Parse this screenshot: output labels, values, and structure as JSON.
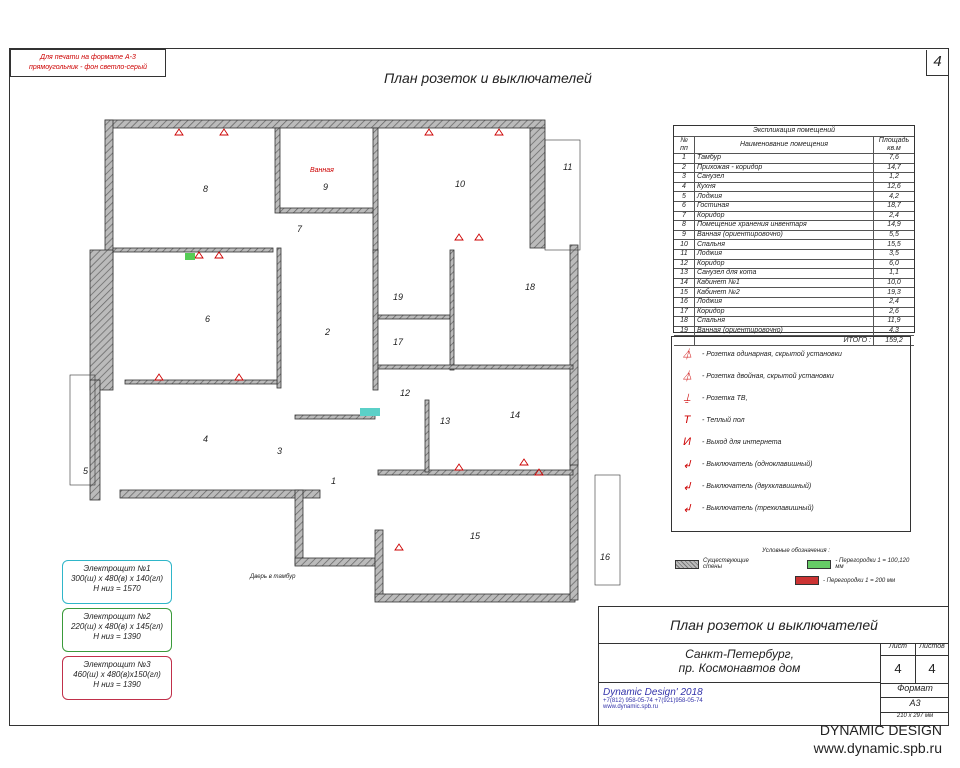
{
  "page": {
    "number": "4"
  },
  "top_note": {
    "line1": "Для печати на формате А-3",
    "line2": "прямоугольник - фон светло-серый"
  },
  "title": "План розеток и выключателей",
  "explication": {
    "header": "Экспликация помещений",
    "col_num": "№ пп",
    "col_name": "Наименование помещения",
    "col_area": "Площадь кв.м",
    "rows": [
      {
        "n": "1",
        "name": "Тамбур",
        "area": "7,6"
      },
      {
        "n": "2",
        "name": "Прихожая - коридор",
        "area": "14,7"
      },
      {
        "n": "3",
        "name": "Санузел",
        "area": "1,2"
      },
      {
        "n": "4",
        "name": "Кухня",
        "area": "12,6"
      },
      {
        "n": "5",
        "name": "Лоджия",
        "area": "4,2"
      },
      {
        "n": "6",
        "name": "Гостиная",
        "area": "18,7"
      },
      {
        "n": "7",
        "name": "Коридор",
        "area": "2,4"
      },
      {
        "n": "8",
        "name": "Помещение хранения инвентаря",
        "area": "14,9"
      },
      {
        "n": "9",
        "name": "Ванная (ориентировочно)",
        "area": "5,5"
      },
      {
        "n": "10",
        "name": "Спальня",
        "area": "15,5"
      },
      {
        "n": "11",
        "name": "Лоджия",
        "area": "3,5"
      },
      {
        "n": "12",
        "name": "Коридор",
        "area": "6,0"
      },
      {
        "n": "13",
        "name": "Санузел для кота",
        "area": "1,1"
      },
      {
        "n": "14",
        "name": "Кабинет №1",
        "area": "10,0"
      },
      {
        "n": "15",
        "name": "Кабинет №2",
        "area": "19,3"
      },
      {
        "n": "16",
        "name": "Лоджия",
        "area": "2,4"
      },
      {
        "n": "17",
        "name": "Коридор",
        "area": "2,6"
      },
      {
        "n": "18",
        "name": "Спальня",
        "area": "11,9"
      },
      {
        "n": "19",
        "name": "Ванная (ориентировочно)",
        "area": "4,3"
      }
    ],
    "total_label": "ИТОГО :",
    "total_value": "159,2"
  },
  "legend": {
    "items": [
      {
        "symbol": "⏃",
        "label": "- Розетка одинарная, скрытой установки"
      },
      {
        "symbol": "⏃",
        "label": "- Розетка двойная, скрытой установки"
      },
      {
        "symbol": "⍊",
        "label": "- Розетка ТВ,"
      },
      {
        "symbol": "Т",
        "label": "- Теплый пол"
      },
      {
        "symbol": "И",
        "label": "- Выход для интернета"
      },
      {
        "symbol": "↲",
        "label": "- Выключатель (одноклавишный)"
      },
      {
        "symbol": "↲",
        "label": "- Выключатель (двухклавишный)"
      },
      {
        "symbol": "↲",
        "label": "- Выключатель (трехклавишный)"
      }
    ]
  },
  "conventions": {
    "header": "Условные обозначения :",
    "existing": "Существующие стены",
    "partition1": "- Перегородки 1 = 100,120 мм",
    "partition2": "- Перегородки 1 = 200 мм"
  },
  "shields": [
    {
      "title": "Электрощит №1",
      "dims": "300(ш) x 480(в) x 140(гл)",
      "height": "Н низ = 1570",
      "color": "#2fb6c9"
    },
    {
      "title": "Электрощит №2",
      "dims": "220(ш) x 480(в) x 145(гл)",
      "height": "Н низ = 1390",
      "color": "#3a9a3a"
    },
    {
      "title": "Электрощит №3",
      "dims": "460(ш) x 480(в)x150(гл)",
      "height": "Н низ = 1390",
      "color": "#c0304a"
    }
  ],
  "title_block": {
    "title": "План розеток и выключателей",
    "location_line1": "Санкт-Петербург,",
    "location_line2": "пр. Космонавтов дом",
    "sheet_label": "Лист",
    "sheets_label": "Листов",
    "sheet": "4",
    "sheets": "4",
    "format_label": "Формат",
    "format": "А3",
    "format_size": "210 x 297 мм",
    "company": "Dynamic Design' 2018",
    "phones": "+7(812) 958-05-74    +7(921)958-05-74",
    "site": "www.dynamic.spb.ru"
  },
  "plan_labels": {
    "rooms": [
      "1",
      "2",
      "3",
      "4",
      "5",
      "6",
      "7",
      "8",
      "9",
      "10",
      "11",
      "12",
      "13",
      "14",
      "15",
      "16",
      "17",
      "18",
      "19"
    ],
    "bath_label": "Ванная",
    "door_label": "Дверь в тамбур"
  },
  "footer": {
    "brand": "DYNAMIC DESIGN",
    "site": "www.dynamic.spb.ru"
  },
  "colors": {
    "accent": "#c00000",
    "wall": "#888888"
  }
}
